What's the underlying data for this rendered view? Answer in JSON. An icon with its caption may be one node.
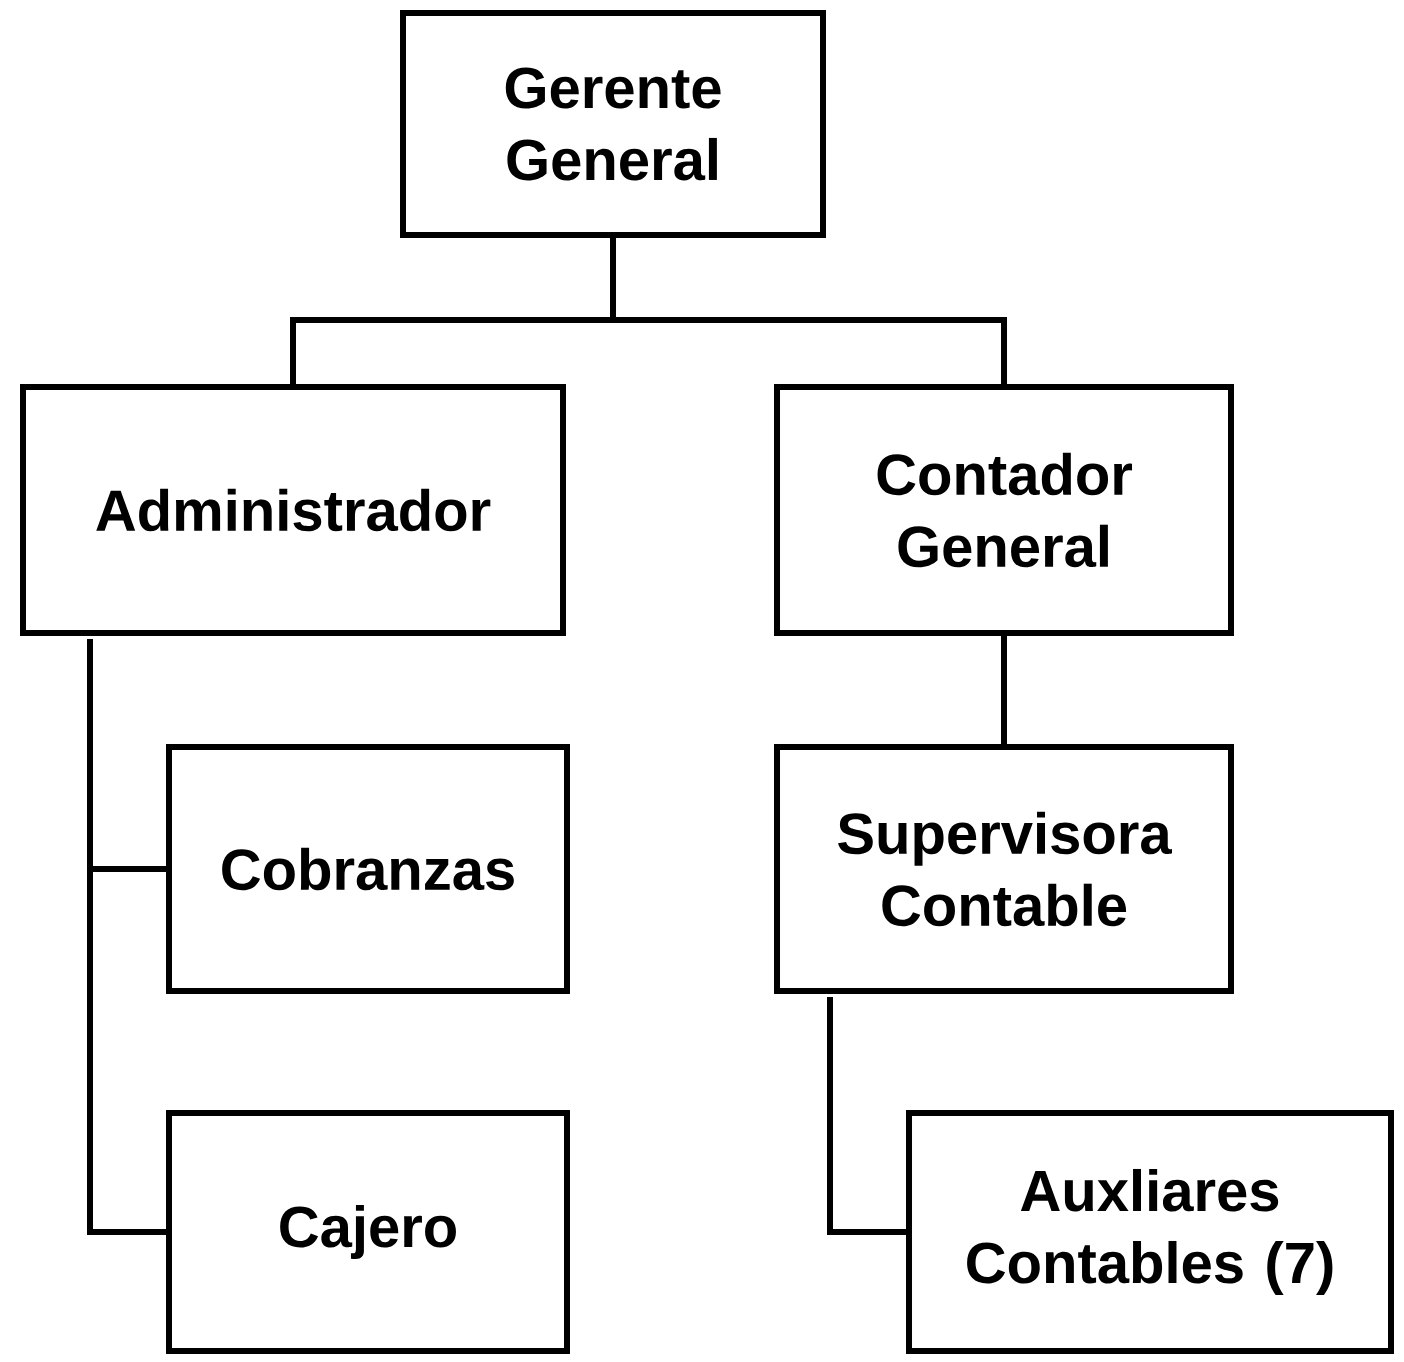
{
  "diagram": {
    "nodes": [
      {
        "text": [
          "Gerente General"
        ]
      },
      {
        "text": [
          "Administrador"
        ]
      },
      {
        "text": [
          "Contador General"
        ]
      },
      {
        "text": [
          "Cobranzas"
        ]
      },
      {
        "text": [
          "Cajero"
        ]
      },
      {
        "text": [
          "Supervisora Contable"
        ]
      },
      {
        "text": [
          "Auxliares Contables (7)"
        ]
      }
    ],
    "edges": [
      {
        "from": 0,
        "to": 1,
        "arrow": "none"
      },
      {
        "from": 0,
        "to": 2,
        "arrow": "none"
      },
      {
        "from": 1,
        "to": 3,
        "arrow": "none"
      },
      {
        "from": 1,
        "to": 4,
        "arrow": "none"
      },
      {
        "from": 2,
        "to": 5,
        "arrow": "none"
      },
      {
        "from": 5,
        "to": 6,
        "arrow": "none"
      }
    ]
  }
}
